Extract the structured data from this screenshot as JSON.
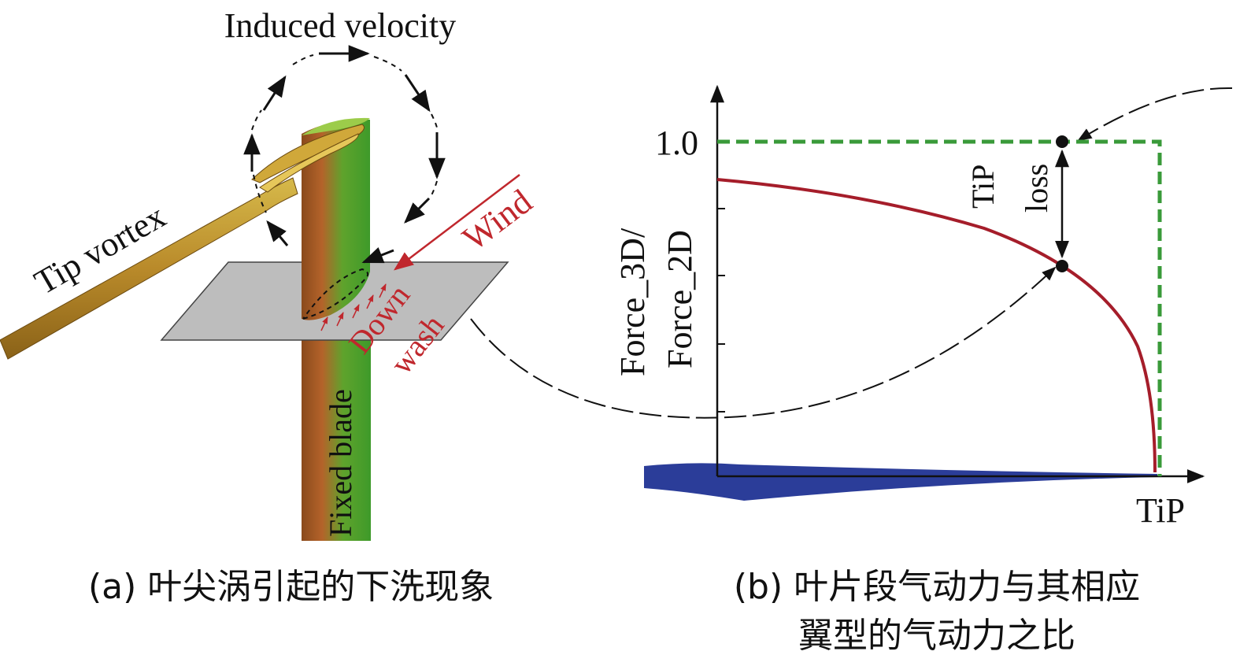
{
  "panel_a": {
    "induced_velocity": "Induced velocity",
    "tip_vortex": "Tip vortex",
    "wind": "Wind",
    "down": "Down",
    "wash": "wash",
    "fixed_blade": "Fixed blade",
    "caption": "(a) 叶尖涡引起的下洗现象"
  },
  "panel_b": {
    "y_label_line1": "Force_3D/",
    "y_label_line2": "Force_2D",
    "y_tick": "1.0",
    "x_label": "TiP",
    "tip_loss_line1": "TiP",
    "tip_loss_line2": "loss",
    "caption_line1": "(b) 叶片段气动力与其相应",
    "caption_line2": "翼型的气动力之比"
  },
  "colors": {
    "wind_red": "#c0272d",
    "curve_red": "#a51d2a",
    "ideal_green": "#3a9a3a",
    "blade_blue": "#2b3d99",
    "plane_gray": "#bdbdbd"
  }
}
